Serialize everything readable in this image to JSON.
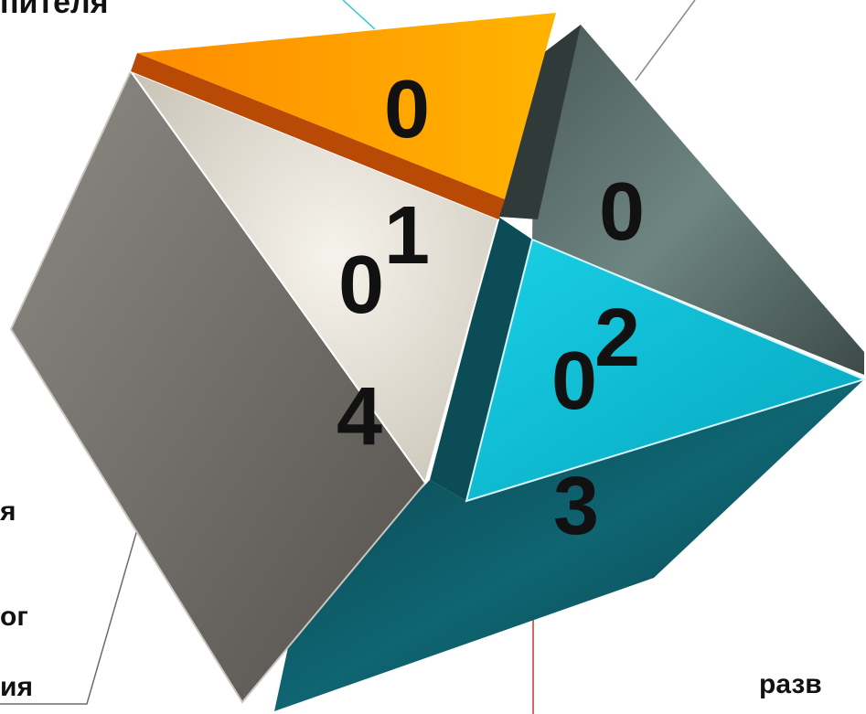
{
  "labels": {
    "top_left": "пителя",
    "left_line_1": "я",
    "left_line_2": "ог",
    "left_line_3": "ия",
    "bottom_right": "разв"
  },
  "face_digits": {
    "orange_triangle": "0",
    "dark_gray_face": "0",
    "light_face_zero": "0",
    "light_face_one": "1",
    "light_face_four": "4",
    "cyan_triangle_zero": "0",
    "cyan_triangle_two": "2",
    "teal_face_three": "3"
  },
  "colors": {
    "orange_top": "#ff9a00",
    "orange_bottom": "#ffb300",
    "gray_face": "#6f6b66",
    "light_face": "#e6e1d6",
    "dark_gray_face": "#5f7370",
    "cyan_face": "#06c1d8",
    "teal_face": "#0d5a66",
    "connector_cyan": "#2cc7d8",
    "connector_red": "#c0392b",
    "connector_gray": "#8a8a8a"
  }
}
